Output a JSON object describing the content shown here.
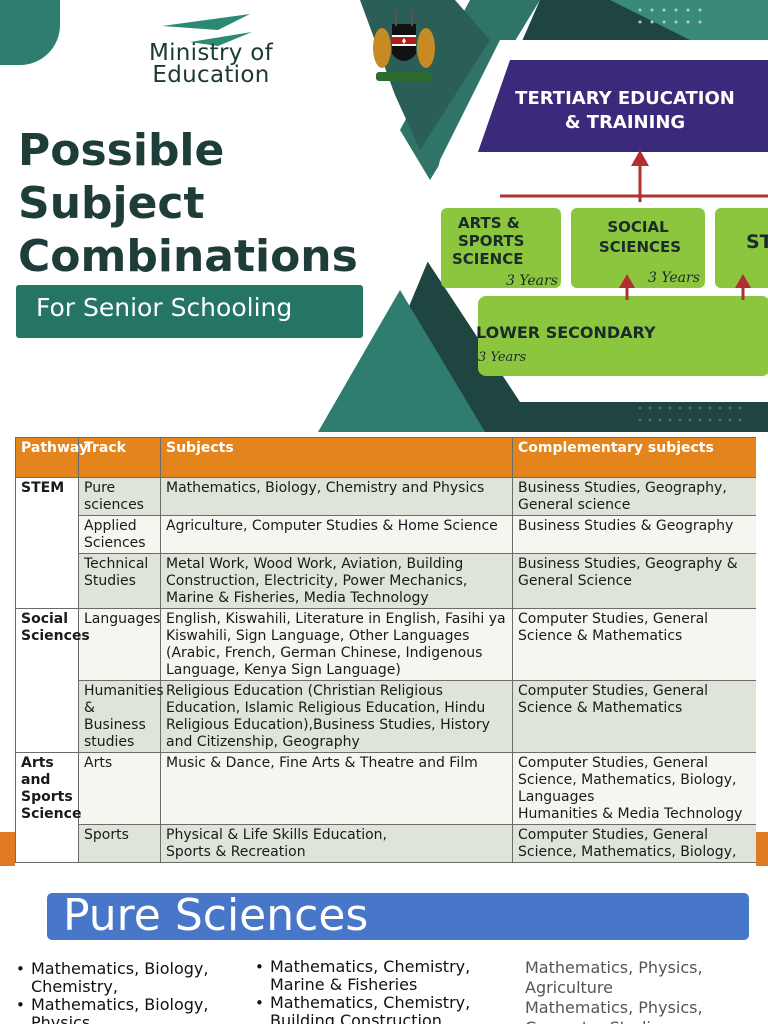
{
  "header": {
    "ministry_line1": "Ministry of",
    "ministry_line2": "Education",
    "title_lines": [
      "Possible",
      "Subject",
      "Combinations"
    ],
    "subtitle": "For Senior Schooling"
  },
  "graphic": {
    "tertiary_line1": "TERTIARY EDUCATION",
    "tertiary_line2": "& TRAINING",
    "arts_line1": "ARTS &",
    "arts_line2": "SPORTS",
    "arts_line3": "SCIENCE",
    "arts_years": "3 Years",
    "social_line1": "SOCIAL",
    "social_line2": "SCIENCES",
    "social_years": "3 Years",
    "stem_partial": "ST",
    "lower_secondary": "LOWER SECONDARY",
    "lower_years": "3 Years"
  },
  "table": {
    "headers": [
      "Pathway",
      "Track",
      "Subjects",
      "Complementary subjects"
    ],
    "rows": [
      {
        "pathway": "STEM",
        "track": "Pure sciences",
        "subjects": "Mathematics, Biology, Chemistry and  Physics",
        "complementary": "Business Studies,  Geography, General science"
      },
      {
        "track": "Applied Sciences",
        "subjects": "Agriculture, Computer Studies & Home Science",
        "complementary": "Business Studies  & Geography"
      },
      {
        "track": "Technical Studies",
        "subjects": "Metal Work, Wood Work, Aviation, Building Construction, Electricity, Power Mechanics, Marine & Fisheries,  Media Technology",
        "complementary": "Business Studies, Geography & General Science"
      },
      {
        "pathway": "Social Sciences",
        "track": "Languages",
        "subjects": "English, Kiswahili, Literature in English, Fasihi ya Kiswahili, Sign Language, Other Languages (Arabic, French, German Chinese, Indigenous Language, Kenya Sign Language)",
        "complementary": "Computer Studies, General Science & Mathematics"
      },
      {
        "track": "Humanities & Business studies",
        "subjects": "Religious Education (Christian Religious Education, Islamic Religious Education, Hindu Religious Education),Business Studies, History and Citizenship, Geography",
        "complementary": "Computer Studies, General Science & Mathematics"
      },
      {
        "pathway": "Arts and Sports Science",
        "track": "Arts",
        "subjects": "Music & Dance, Fine Arts & Theatre and   Film",
        "complementary": "Computer Studies, General Science, Mathematics, Biology, Languages",
        "complementary2": "Humanities & Media Technology"
      },
      {
        "track": "Sports",
        "subjects": "Physical & Life Skills Education,",
        "subjects2": "Sports & Recreation",
        "complementary": "Computer Studies, General Science, Mathematics, Biology,"
      }
    ]
  },
  "pure_sciences": {
    "heading": "Pure Sciences",
    "column1": [
      "Mathematics, Biology, Chemistry,",
      "Mathematics, Biology, Physics"
    ],
    "column2": [
      "Mathematics, Chemistry, Marine & Fisheries",
      "Mathematics, Chemistry, Building Construction"
    ],
    "column3": [
      "Mathematics, Physics, Agriculture",
      "Mathematics, Physics, Computer Studies"
    ]
  },
  "colors": {
    "teal_dark": "#1e3c38",
    "teal": "#257565",
    "orange": "#e4841c",
    "blue": "#4877c9",
    "purple": "#3a2a7a",
    "green": "#8cc63f"
  }
}
